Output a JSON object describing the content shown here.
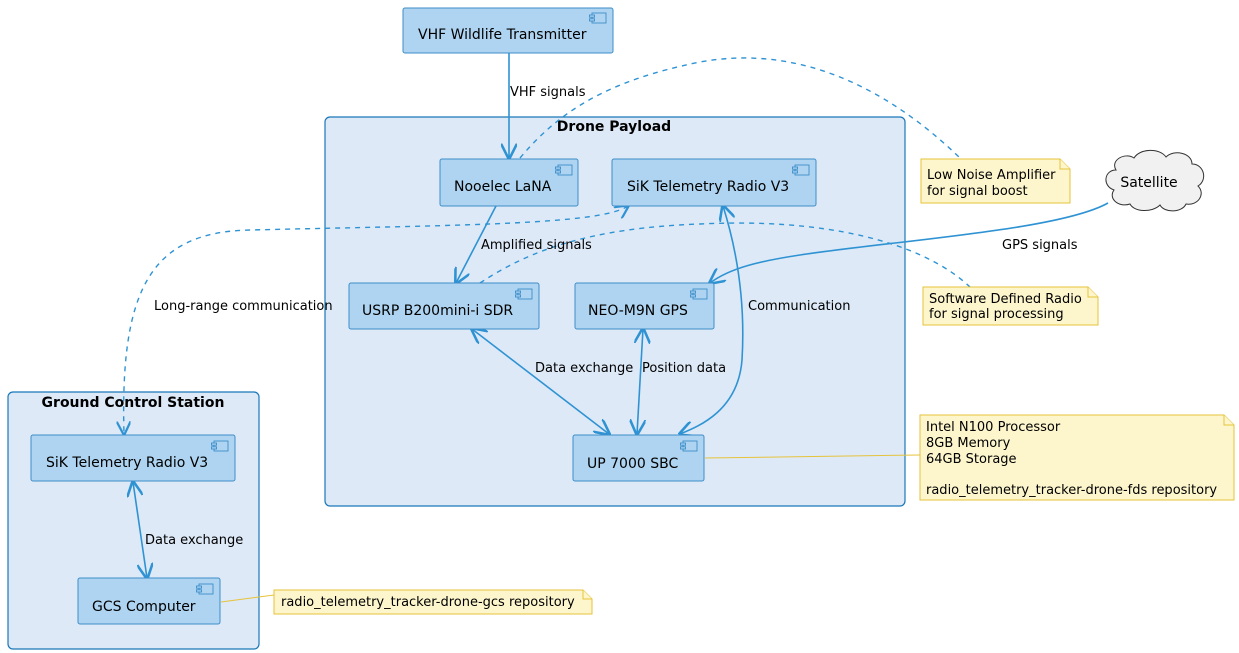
{
  "packages": {
    "drone": "Drone Payload",
    "ground": "Ground Control Station"
  },
  "components": {
    "vhf": "VHF Wildlife Transmitter",
    "lna": "Nooelec LaNA",
    "sik_drone": "SiK Telemetry Radio V3",
    "usrp": "USRP B200mini-i SDR",
    "gps": "NEO-M9N GPS",
    "up7000": "UP 7000 SBC",
    "sik_gcs": "SiK Telemetry Radio V3",
    "gcs_computer": "GCS Computer",
    "satellite": "Satellite"
  },
  "edges": {
    "vhf_signals": "VHF signals",
    "amplified_signals": "Amplified signals",
    "long_range": "Long-range communication",
    "gps_signals": "GPS signals",
    "communication": "Communication",
    "data_exchange_drone": "Data exchange",
    "position_data": "Position data",
    "data_exchange_gcs": "Data exchange"
  },
  "notes": {
    "lna_note": [
      "Low Noise Amplifier",
      "for signal boost"
    ],
    "sdr_note": [
      "Software Defined Radio",
      "for signal processing"
    ],
    "sbc_note": [
      "Intel N100 Processor",
      "8GB Memory",
      "64GB Storage",
      "",
      "radio_telemetry_tracker-drone-fds repository"
    ],
    "gcs_note": [
      "radio_telemetry_tracker-drone-gcs repository"
    ]
  },
  "colors": {
    "package_fill": "#dde9f7",
    "package_border": "#1a77b8",
    "component_fill": "#aed4f1",
    "edge": "#2f93d3",
    "note_fill": "#fdf6cd",
    "note_border": "#e6c33a"
  }
}
